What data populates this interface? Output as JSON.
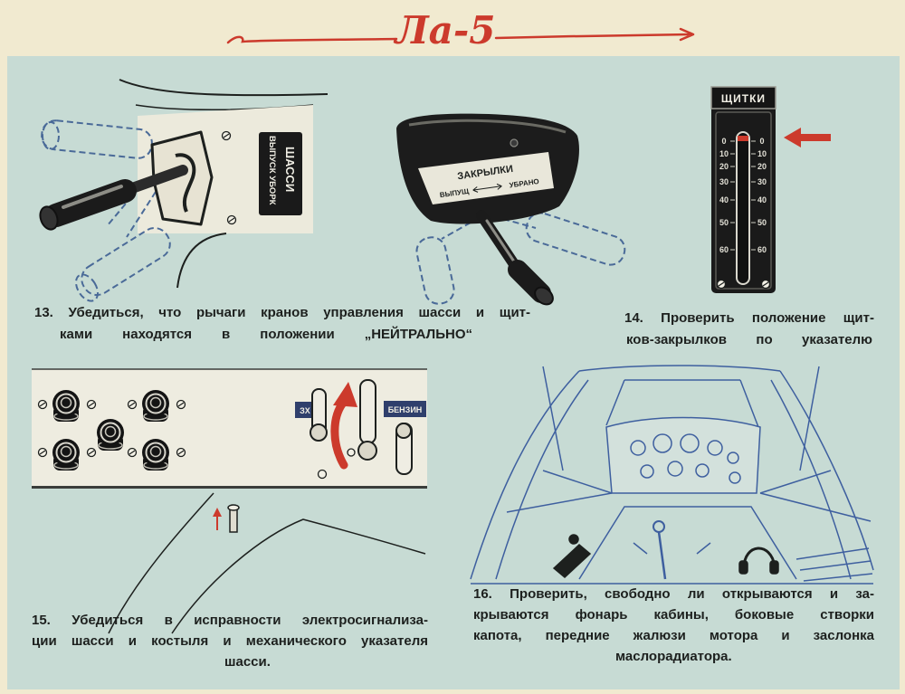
{
  "header": {
    "title": "Ла-5"
  },
  "colors": {
    "page": "#f1ead0",
    "field": "#c7dbd4",
    "ink": "#1d201e",
    "accent_red": "#cc3a2c",
    "cockpit_line": "#3e5f9f",
    "label_blue": "#2f3f6c"
  },
  "step13": {
    "caption": [
      "13. Убедиться, что рычаги кранов управления шасси и щит-",
      "ками находятся в положении „НЕЙТРАЛЬНО“"
    ],
    "gear_plate": {
      "line1": "ВЫПУСК УБОРК",
      "line2": "ШАССИ"
    },
    "flaps_plate": {
      "title": "ЗАКРЫЛКИ",
      "left": "ВЫПУЩ",
      "right": "УБРАНО"
    }
  },
  "step14": {
    "caption": [
      "14. Проверить положение щит-",
      "ков-закрылков по указателю"
    ],
    "indicator": {
      "title": "ЩИТКИ",
      "scale": [
        "0",
        "10",
        "20",
        "30",
        "40",
        "50",
        "60"
      ],
      "reading": 0
    }
  },
  "step15": {
    "caption": [
      "15. Убедиться в исправности электросигнализа-",
      "ции шасси и костыля и механического указателя",
      "шасси."
    ],
    "labels": {
      "left": "ЗХ",
      "right": "БЕНЗИН"
    }
  },
  "step16": {
    "caption": [
      "16. Проверить, свободно ли открываются и за-",
      "крываются фонарь кабины, боковые створки",
      "капота, передние жалюзи мотора и заслонка",
      "маслорадиатора."
    ]
  }
}
